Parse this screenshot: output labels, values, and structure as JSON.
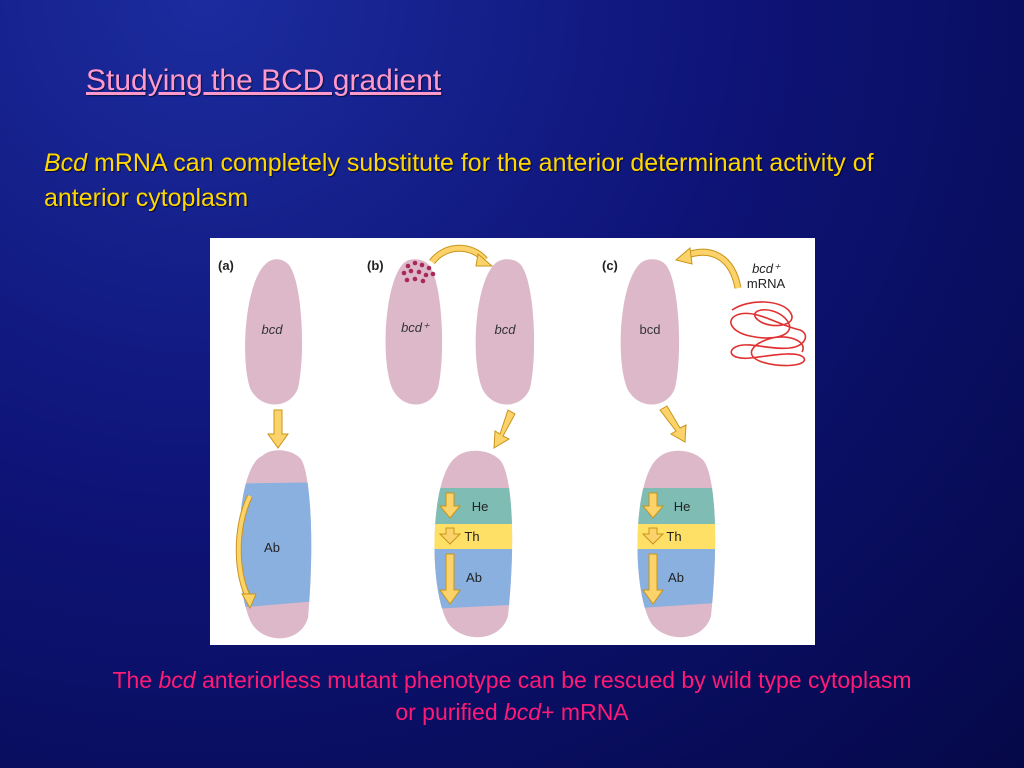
{
  "slide": {
    "title": "Studying the BCD gradient",
    "subtitle_italic": "Bcd",
    "subtitle_rest": " mRNA can completely substitute for the anterior determinant activity of anterior cytoplasm",
    "caption_part1": "The ",
    "caption_italic1": "bcd",
    "caption_part2": " anteriorless mutant phenotype can be rescued by wild type cytoplasm or purified ",
    "caption_italic2": "bcd",
    "caption_part3": "+ mRNA"
  },
  "figure": {
    "panel_a_label": "(a)",
    "panel_b_label": "(b)",
    "panel_c_label": "(c)",
    "egg_a_label": "bcd",
    "egg_b_donor_label": "bcd⁺",
    "egg_b_label": "bcd",
    "egg_c_label": "bcd",
    "mrna_line1": "bcd⁺",
    "mrna_line2": "mRNA",
    "region_ab": "Ab",
    "region_he": "He",
    "region_th": "Th"
  },
  "colors": {
    "title": "#ff99cc",
    "subtitle": "#ffd700",
    "caption": "#ff1a75",
    "egg": "#dcb8c8",
    "head": "#7fbcb4",
    "thorax": "#ffe066",
    "abdomen": "#8ab0e0",
    "arrow": "#f5c242",
    "mrna": "#e03030"
  }
}
